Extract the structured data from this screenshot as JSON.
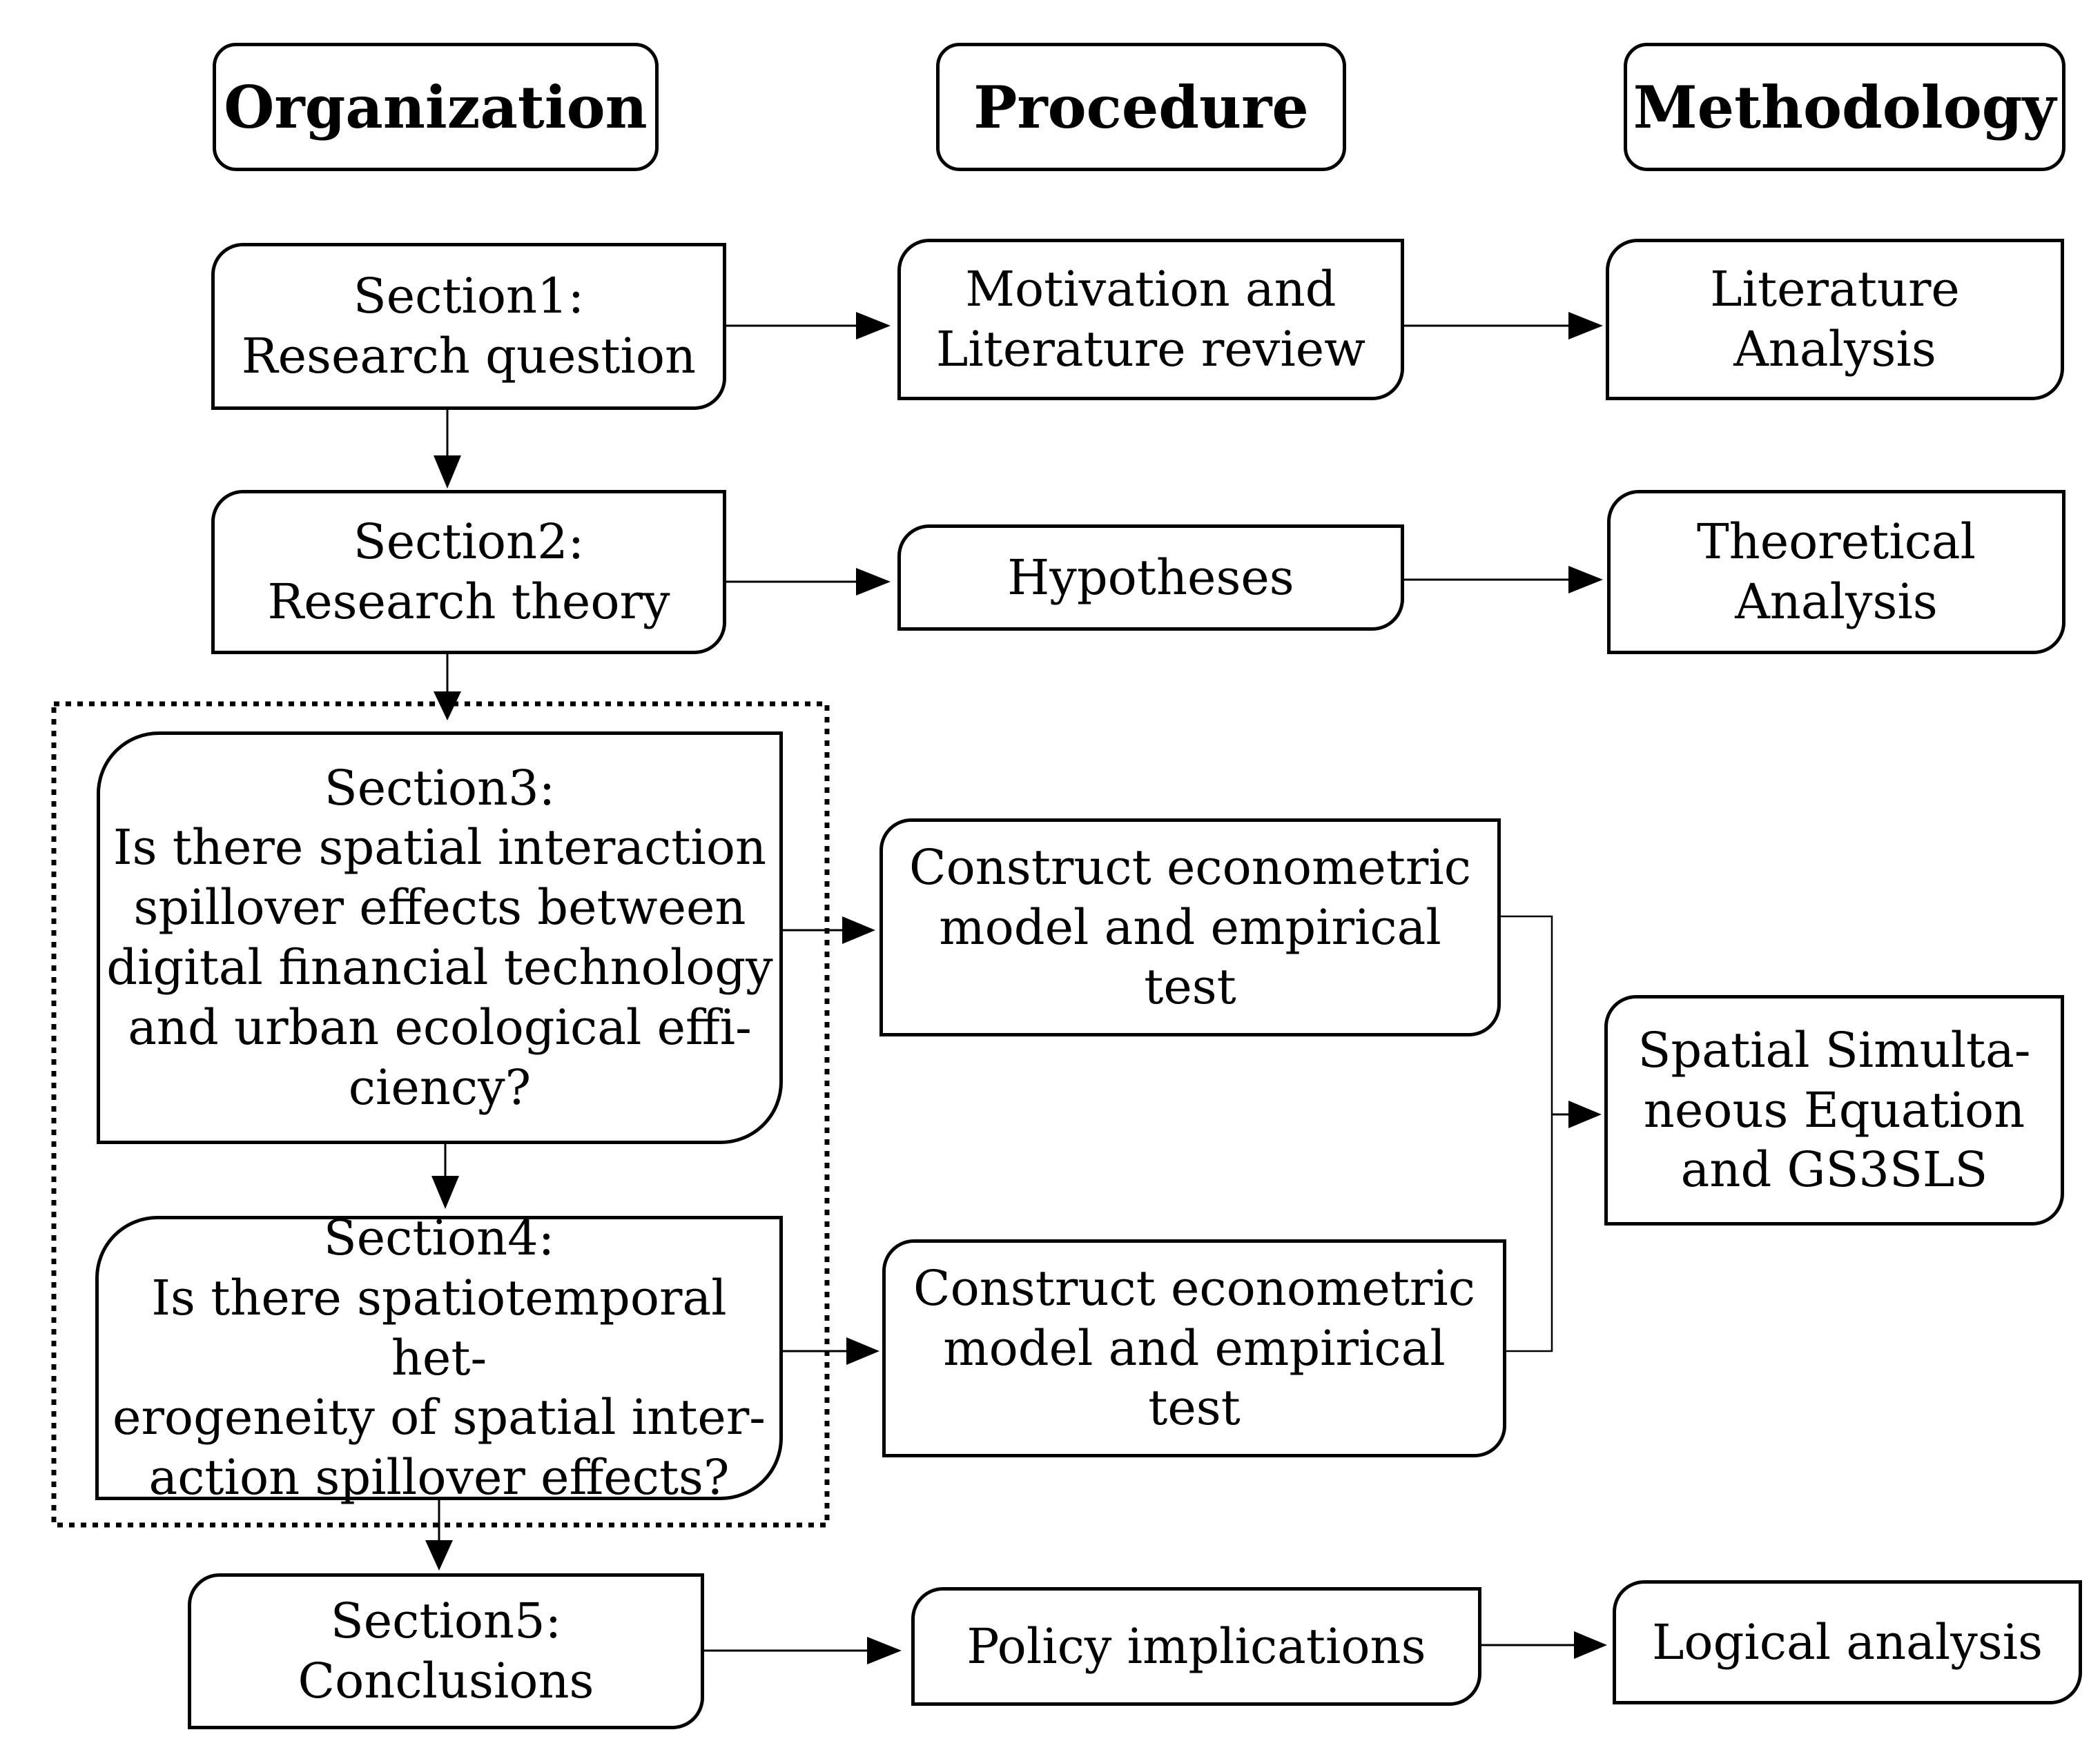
{
  "headers": {
    "organization": "Organization",
    "procedure": "Procedure",
    "methodology": "Methodology"
  },
  "organization": {
    "section1": "Section1:\nResearch question",
    "section2": "Section2:\nResearch theory",
    "section3": "Section3:\nIs there spatial interaction\nspillover effects between\ndigital financial technology\nand urban ecological effi-\nciency?",
    "section4": "Section4:\nIs there spatiotemporal het-\nerogeneity of spatial inter-\naction spillover effects?",
    "section5": "Section5:\nConclusions"
  },
  "procedure": {
    "motivation": "Motivation and\nLiterature review",
    "hypotheses": "Hypotheses",
    "econometric_1": "Construct econometric\nmodel and empirical\ntest",
    "econometric_2": "Construct econometric\nmodel and empirical\ntest",
    "policy": "Policy implications"
  },
  "methodology": {
    "literature": "Literature\nAnalysis",
    "theoretical": "Theoretical\nAnalysis",
    "spatial": "Spatial Simulta-\nneous Equation\nand GS3SLS",
    "logical": "Logical analysis"
  }
}
